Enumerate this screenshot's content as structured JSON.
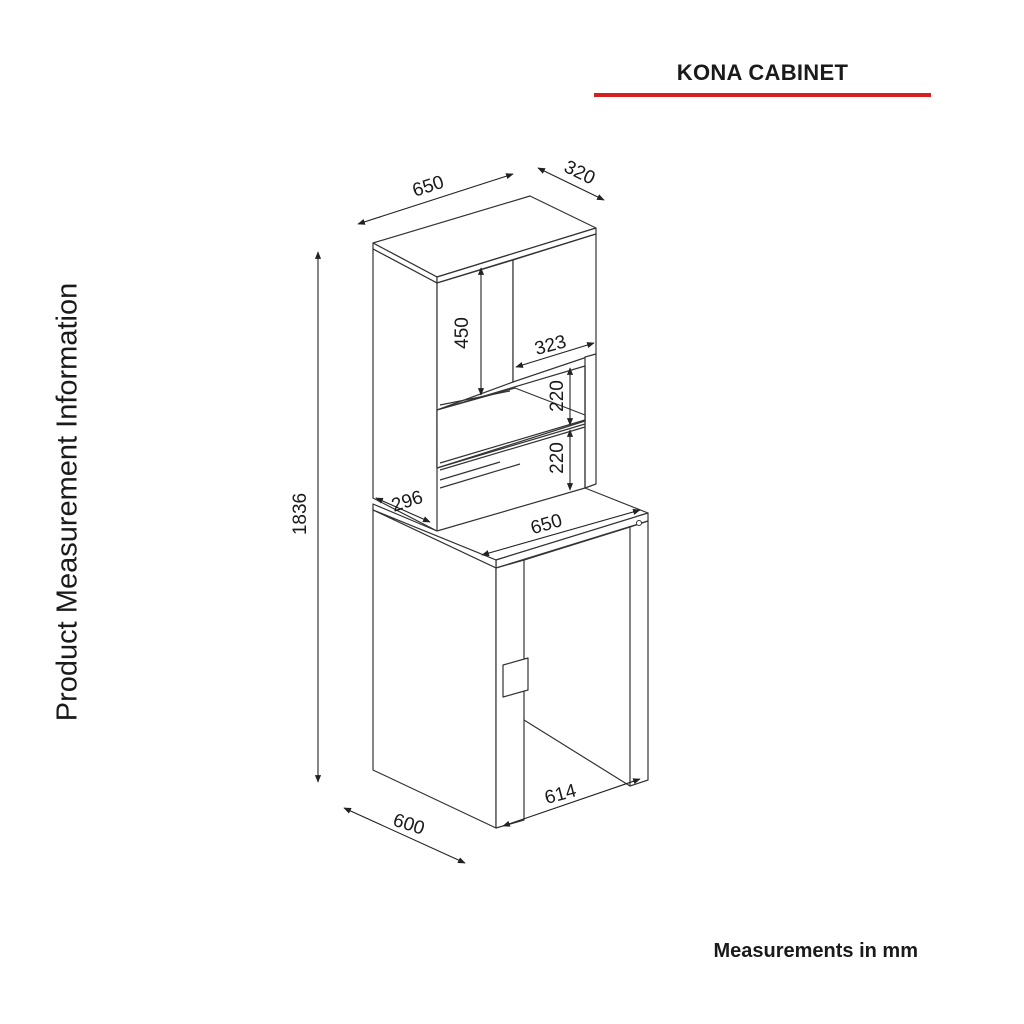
{
  "title": "KONA CABINET",
  "side_label": "Product Measurement Information",
  "units_note": "Measurements in mm",
  "colors": {
    "accent_rule": "#d62020",
    "line": "#333333",
    "text": "#1a1a1a"
  },
  "dimensions": {
    "top_width": "650",
    "top_depth": "320",
    "total_height": "1836",
    "door_height": "450",
    "door_width": "323",
    "shelf_gap_upper": "220",
    "shelf_gap_lower": "220",
    "desk_depth": "296",
    "desk_width": "650",
    "base_depth": "600",
    "base_width": "614"
  }
}
